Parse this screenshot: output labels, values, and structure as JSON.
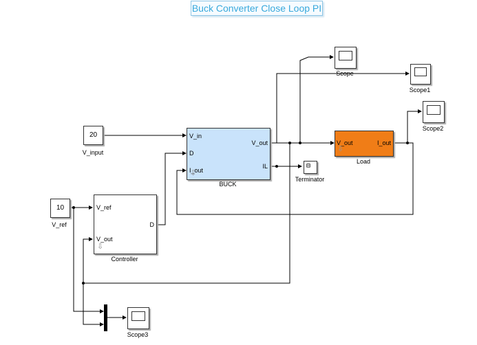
{
  "title": "Buck Converter Close Loop PI",
  "blocks": {
    "v_input": {
      "value": "20",
      "name": "V_input"
    },
    "v_ref_const": {
      "value": "10",
      "name": "V_ref"
    },
    "buck": {
      "name": "BUCK",
      "ports": {
        "v_in": "V_in",
        "d": "D",
        "i_out": "I_out",
        "v_out": "V_out",
        "il": "IL"
      }
    },
    "controller": {
      "name": "Controller",
      "ports": {
        "v_ref": "V_ref",
        "v_out": "V_out",
        "d": "D"
      }
    },
    "load": {
      "name": "Load",
      "ports": {
        "v_out": "V_out",
        "i_out": "I_out"
      }
    },
    "terminator": {
      "name": "Terminator"
    },
    "scopes": {
      "scope": "Scope",
      "scope1": "Scope1",
      "scope2": "Scope2",
      "scope3": "Scope3"
    }
  },
  "colors": {
    "buck_fill": "#c9e3fb",
    "load_fill": "#f07d17",
    "title_text": "#39a9dc"
  }
}
